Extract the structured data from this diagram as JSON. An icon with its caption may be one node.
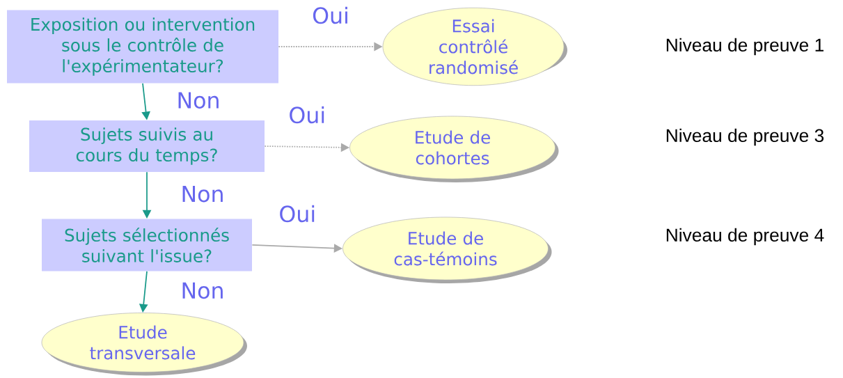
{
  "diagram": {
    "nodes": [
      {
        "text": [
          "Exposition ou intervention sous le contrôle de l'expérimentateur?"
        ]
      },
      {
        "text": [
          "Essai contrôlé randomisé"
        ]
      },
      {
        "text": [
          "Sujets suivis au cours du temps?"
        ]
      },
      {
        "text": [
          "Etude de cohortes"
        ]
      },
      {
        "text": [
          "Sujets sélectionnés suivant l'issue?"
        ]
      },
      {
        "text": [
          "Etude de cas-témoins"
        ]
      },
      {
        "text": [
          "Etude transversale"
        ]
      }
    ],
    "edges": [
      {
        "from": 0,
        "to": 1,
        "arrow": "to",
        "label": "Oui",
        "style": "dashed",
        "color": "#aaaaaa"
      },
      {
        "from": 0,
        "to": 2,
        "arrow": "to",
        "label": "Non",
        "color": "#1a9a8a"
      },
      {
        "from": 2,
        "to": 3,
        "arrow": "to",
        "label": "Oui",
        "style": "dashed",
        "color": "#aaaaaa"
      },
      {
        "from": 2,
        "to": 4,
        "arrow": "to",
        "label": "Non",
        "color": "#1a9a8a"
      },
      {
        "from": 4,
        "to": 5,
        "arrow": "to",
        "label": "Oui",
        "color": "#aaaaaa"
      },
      {
        "from": 4,
        "to": 6,
        "arrow": "to",
        "label": "Non",
        "color": "#1a9a8a"
      }
    ],
    "labels": [
      "Niveau de preuve 1",
      "Niveau de preuve 3",
      "Niveau de preuve 4"
    ]
  }
}
